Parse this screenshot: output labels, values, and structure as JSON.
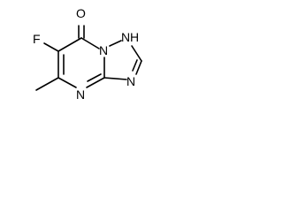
{
  "molecule": {
    "labels": {
      "oxygen": "O",
      "fluorine": "F",
      "nitrogen_nh": "N",
      "hydrogen_nh": "H",
      "nitrogen_bridge": "N",
      "nitrogen_right": "N",
      "nitrogen_bottom": "N"
    },
    "colors": {
      "bond": "#000000",
      "label": "#000000",
      "background": "#ffffff"
    }
  }
}
